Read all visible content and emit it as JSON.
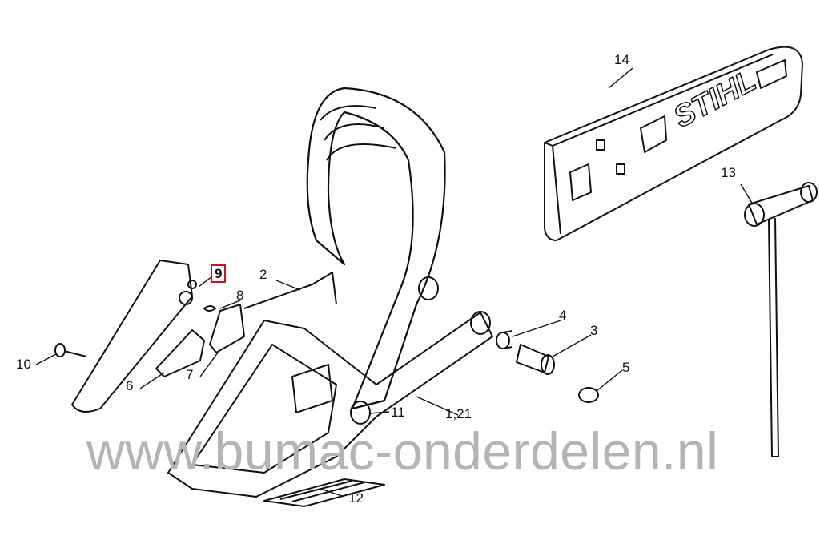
{
  "diagram": {
    "callouts": [
      {
        "id": "14",
        "text": "14"
      },
      {
        "id": "13",
        "text": "13"
      },
      {
        "id": "9",
        "text": "9",
        "highlighted": true
      },
      {
        "id": "2",
        "text": "2"
      },
      {
        "id": "8",
        "text": "8"
      },
      {
        "id": "4",
        "text": "4"
      },
      {
        "id": "3",
        "text": "3"
      },
      {
        "id": "10",
        "text": "10"
      },
      {
        "id": "6",
        "text": "6"
      },
      {
        "id": "7",
        "text": "7"
      },
      {
        "id": "5",
        "text": "5"
      },
      {
        "id": "1_21",
        "text": "1,21"
      },
      {
        "id": "11",
        "text": "11"
      },
      {
        "id": "12",
        "text": "12"
      }
    ],
    "logo_text": "STIHL",
    "watermark": "www.bumac-onderdelen.nl",
    "highlight_color": "#d0101a"
  }
}
